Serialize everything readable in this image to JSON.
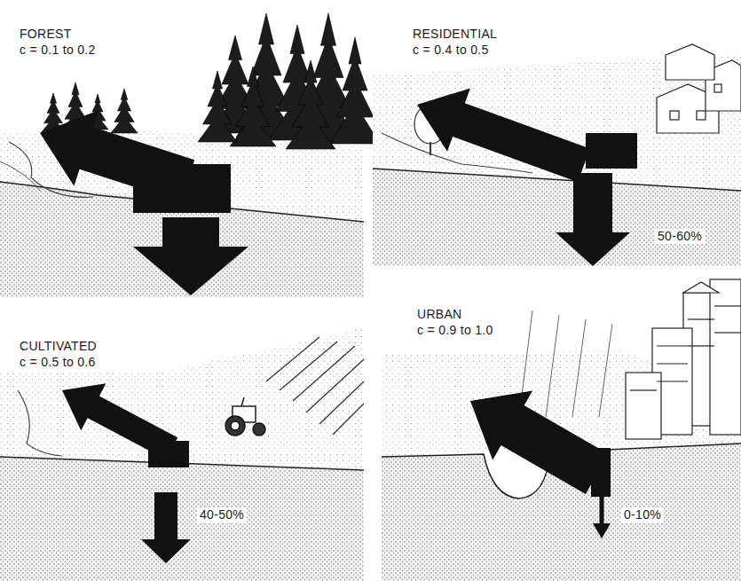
{
  "diagram": {
    "labels": [
      "FOREST",
      "c = 0.1 to 0.2",
      "RESIDENTIAL",
      "c = 0.4 to 0.5",
      "50-60%",
      "CULTIVATED",
      "c = 0.5 to 0.6",
      "40-50%",
      "URBAN",
      "c = 0.9 to 1.0",
      "0-10%"
    ]
  }
}
